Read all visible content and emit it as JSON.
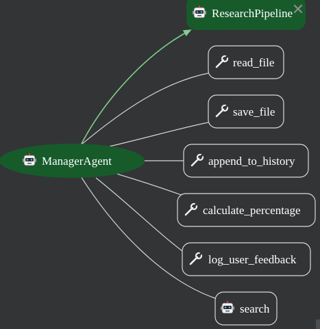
{
  "graph": {
    "manager": {
      "label": "ManagerAgent",
      "icon": "robot-icon"
    },
    "pipeline": {
      "label": "ResearchPipeline",
      "icon": "robot-icon"
    },
    "tools": [
      {
        "id": "read_file",
        "label": "read_file",
        "icon": "wrench-icon"
      },
      {
        "id": "save_file",
        "label": "save_file",
        "icon": "wrench-icon"
      },
      {
        "id": "append_to_history",
        "label": "append_to_history",
        "icon": "wrench-icon"
      },
      {
        "id": "calculate_percentage",
        "label": "calculate_percentage",
        "icon": "wrench-icon"
      },
      {
        "id": "log_user_feedback",
        "label": "log_user_feedback",
        "icon": "wrench-icon"
      }
    ],
    "search": {
      "label": "search",
      "icon": "robot-icon"
    }
  },
  "controls": {
    "close_glyph": "✕"
  },
  "colors": {
    "background": "#333436",
    "agent_fill": "#175b2b",
    "edge": "#d6d6d6",
    "active_edge": "#7fd18c",
    "node_border": "#d9d9d9"
  }
}
